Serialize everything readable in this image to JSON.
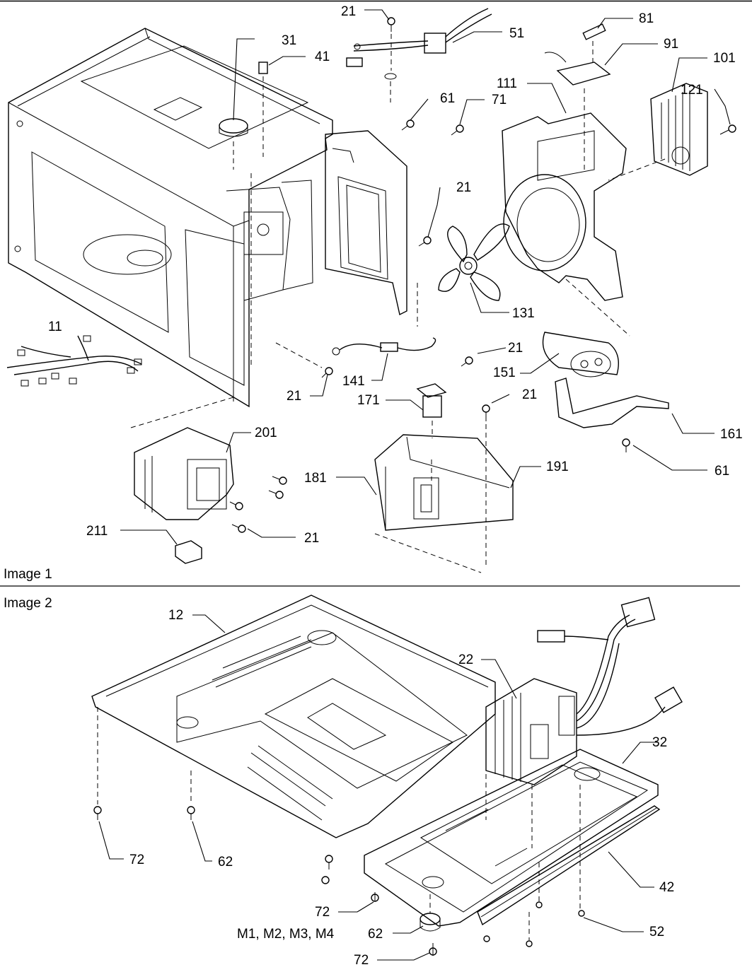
{
  "sections": [
    {
      "id": "image-1",
      "label": "Image 1"
    },
    {
      "id": "image-2",
      "label": "Image 2"
    }
  ],
  "image1": {
    "callouts": [
      {
        "id": "c21a",
        "text": "21"
      },
      {
        "id": "c51",
        "text": "51"
      },
      {
        "id": "c81",
        "text": "81"
      },
      {
        "id": "c31",
        "text": "31"
      },
      {
        "id": "c41",
        "text": "41"
      },
      {
        "id": "c91",
        "text": "91"
      },
      {
        "id": "c101",
        "text": "101"
      },
      {
        "id": "c111",
        "text": "111"
      },
      {
        "id": "c121",
        "text": "121"
      },
      {
        "id": "c61a",
        "text": "61"
      },
      {
        "id": "c71",
        "text": "71"
      },
      {
        "id": "c21b",
        "text": "21"
      },
      {
        "id": "c11",
        "text": "11"
      },
      {
        "id": "c131",
        "text": "131"
      },
      {
        "id": "c21c",
        "text": "21"
      },
      {
        "id": "c151",
        "text": "151"
      },
      {
        "id": "c141",
        "text": "141"
      },
      {
        "id": "c21d",
        "text": "21"
      },
      {
        "id": "c171",
        "text": "171"
      },
      {
        "id": "c21e",
        "text": "21"
      },
      {
        "id": "c161",
        "text": "161"
      },
      {
        "id": "c201",
        "text": "201"
      },
      {
        "id": "c61b",
        "text": "61"
      },
      {
        "id": "c181",
        "text": "181"
      },
      {
        "id": "c191",
        "text": "191"
      },
      {
        "id": "c211",
        "text": "211"
      },
      {
        "id": "c21f",
        "text": "21"
      }
    ]
  },
  "image2": {
    "callouts": [
      {
        "id": "c12",
        "text": "12"
      },
      {
        "id": "c22",
        "text": "22"
      },
      {
        "id": "c32",
        "text": "32"
      },
      {
        "id": "c72a",
        "text": "72"
      },
      {
        "id": "c62a",
        "text": "62"
      },
      {
        "id": "c42",
        "text": "42"
      },
      {
        "id": "c72b",
        "text": "72"
      },
      {
        "id": "c52",
        "text": "52"
      },
      {
        "id": "cM",
        "text": "M1, M2, M3, M4"
      },
      {
        "id": "c62b",
        "text": "62"
      },
      {
        "id": "c72c",
        "text": "72"
      }
    ]
  }
}
